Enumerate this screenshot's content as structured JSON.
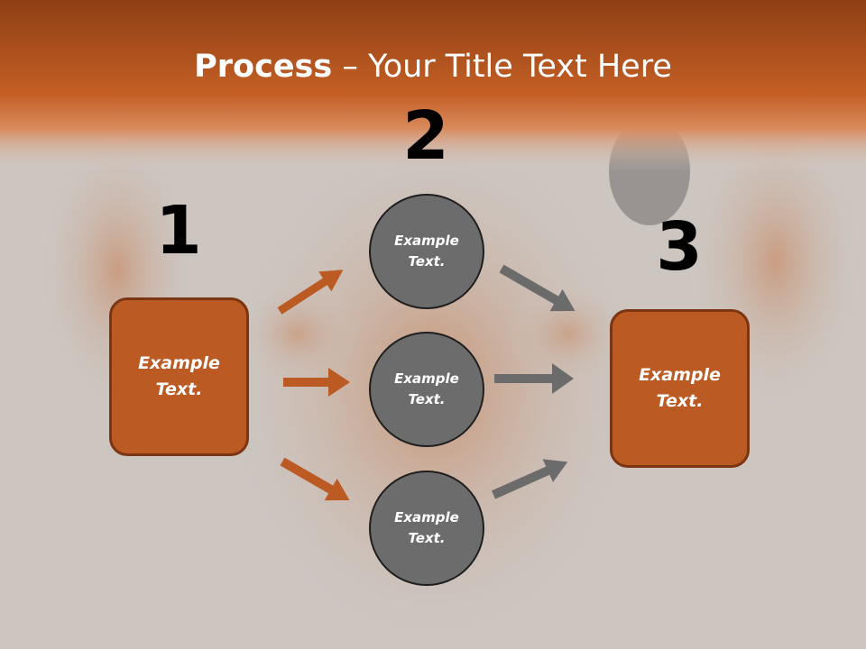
{
  "title": {
    "bold": "Process",
    "rest": " – Your Title Text Here"
  },
  "steps": {
    "one": {
      "number": "1",
      "label": "Example Text."
    },
    "two": {
      "number": "2",
      "labels": [
        "Example Text.",
        "Example Text.",
        "Example Text."
      ]
    },
    "three": {
      "number": "3",
      "label": "Example Text."
    }
  },
  "colors": {
    "orange": "#bb5a22",
    "gray": "#6c6c6c",
    "header": "#c05a20"
  }
}
